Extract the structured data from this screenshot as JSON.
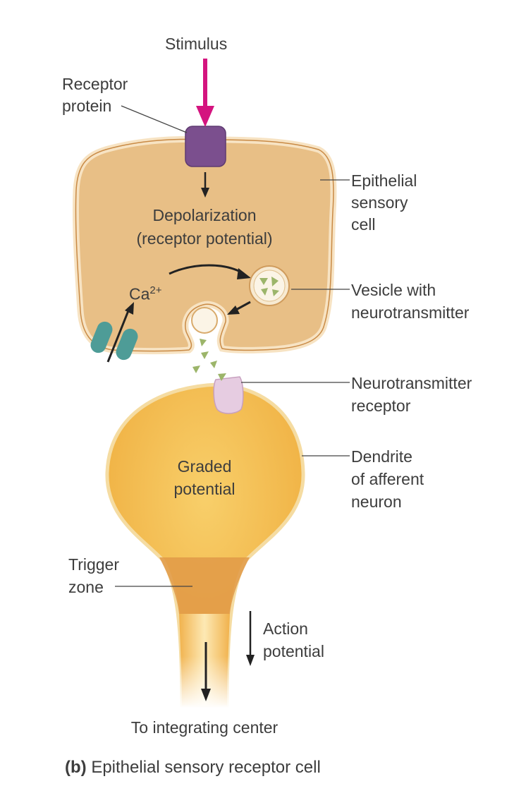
{
  "labels": {
    "stimulus": "Stimulus",
    "receptor_protein_1": "Receptor",
    "receptor_protein_2": "protein",
    "epithelial_1": "Epithelial",
    "epithelial_2": "sensory",
    "epithelial_3": "cell",
    "depolarization_1": "Depolarization",
    "depolarization_2": "(receptor potential)",
    "ca": "Ca",
    "ca_sup": "2+",
    "vesicle_1": "Vesicle with",
    "vesicle_2": "neurotransmitter",
    "nt_receptor_1": "Neurotransmitter",
    "nt_receptor_2": "receptor",
    "graded_1": "Graded",
    "graded_2": "potential",
    "dendrite_1": "Dendrite",
    "dendrite_2": "of afferent",
    "dendrite_3": "neuron",
    "trigger_1": "Trigger",
    "trigger_2": "zone",
    "action_1": "Action",
    "action_2": "potential",
    "to_center": "To integrating center"
  },
  "caption": {
    "letter": "(b)",
    "text": "Epithelial sensory receptor cell"
  },
  "colors": {
    "stimulus_arrow": "#d4147f",
    "receptor_protein": "#7b4f8e",
    "cell_fill": "#e8bf86",
    "cell_outline": "#c98a45",
    "dendrite_fill": "#f2b545",
    "trigger_zone": "#e19a48",
    "channel": "#4e9c97",
    "nt_receptor": "#e6cce1",
    "neurotransmitter": "#9cb56a"
  }
}
